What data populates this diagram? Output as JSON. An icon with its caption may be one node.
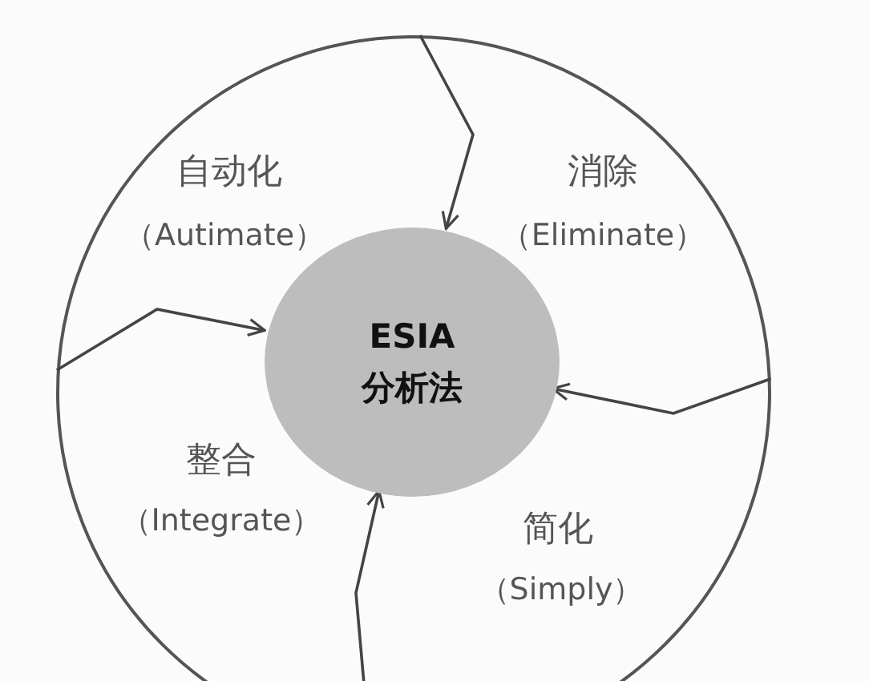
{
  "diagram": {
    "nodes": [
      {
        "text": [],
        "shape": "circle"
      },
      {
        "text": [
          "ESIA",
          "分析法"
        ],
        "in": 0
      }
    ],
    "edges": [
      {
        "from": 0,
        "to": 1,
        "arrow": "to"
      },
      {
        "from": 0,
        "to": 1,
        "arrow": "to"
      },
      {
        "from": 0,
        "to": 1,
        "arrow": "to"
      },
      {
        "from": 0,
        "to": 1,
        "arrow": "to"
      }
    ],
    "labels": [
      "自动化",
      "（Autimate）",
      "消除",
      "（Eliminate）",
      "整合",
      "（Integrate）",
      "简化",
      "（Simply）"
    ]
  }
}
